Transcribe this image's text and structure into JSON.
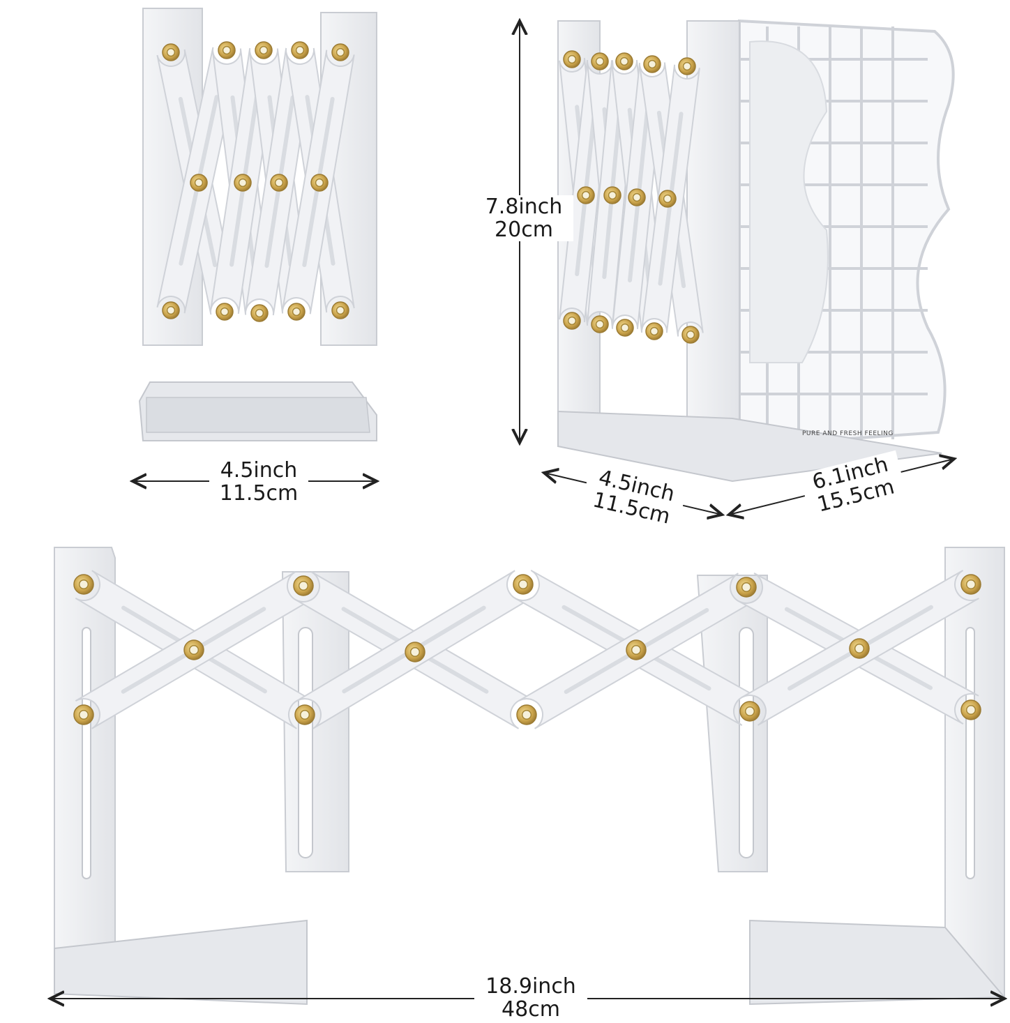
{
  "dimensions": {
    "front_width": {
      "imperial": "4.5inch",
      "metric": "11.5cm"
    },
    "height": {
      "imperial": "7.8inch",
      "metric": "20cm"
    },
    "depth": {
      "imperial": "4.5inch",
      "metric": "11.5cm"
    },
    "grid_width": {
      "imperial": "6.1inch",
      "metric": "15.5cm"
    },
    "extended_length": {
      "imperial": "18.9inch",
      "metric": "48cm"
    }
  },
  "product": {
    "imprint": "PURE AND FRESH FEELING"
  },
  "colors": {
    "metal": "#eceef1",
    "metal_shadow": "#c9ccd2",
    "rivet_brass": "#c9a24a",
    "rivet_hole": "#7a6a3a",
    "dimension_line": "#222222"
  }
}
